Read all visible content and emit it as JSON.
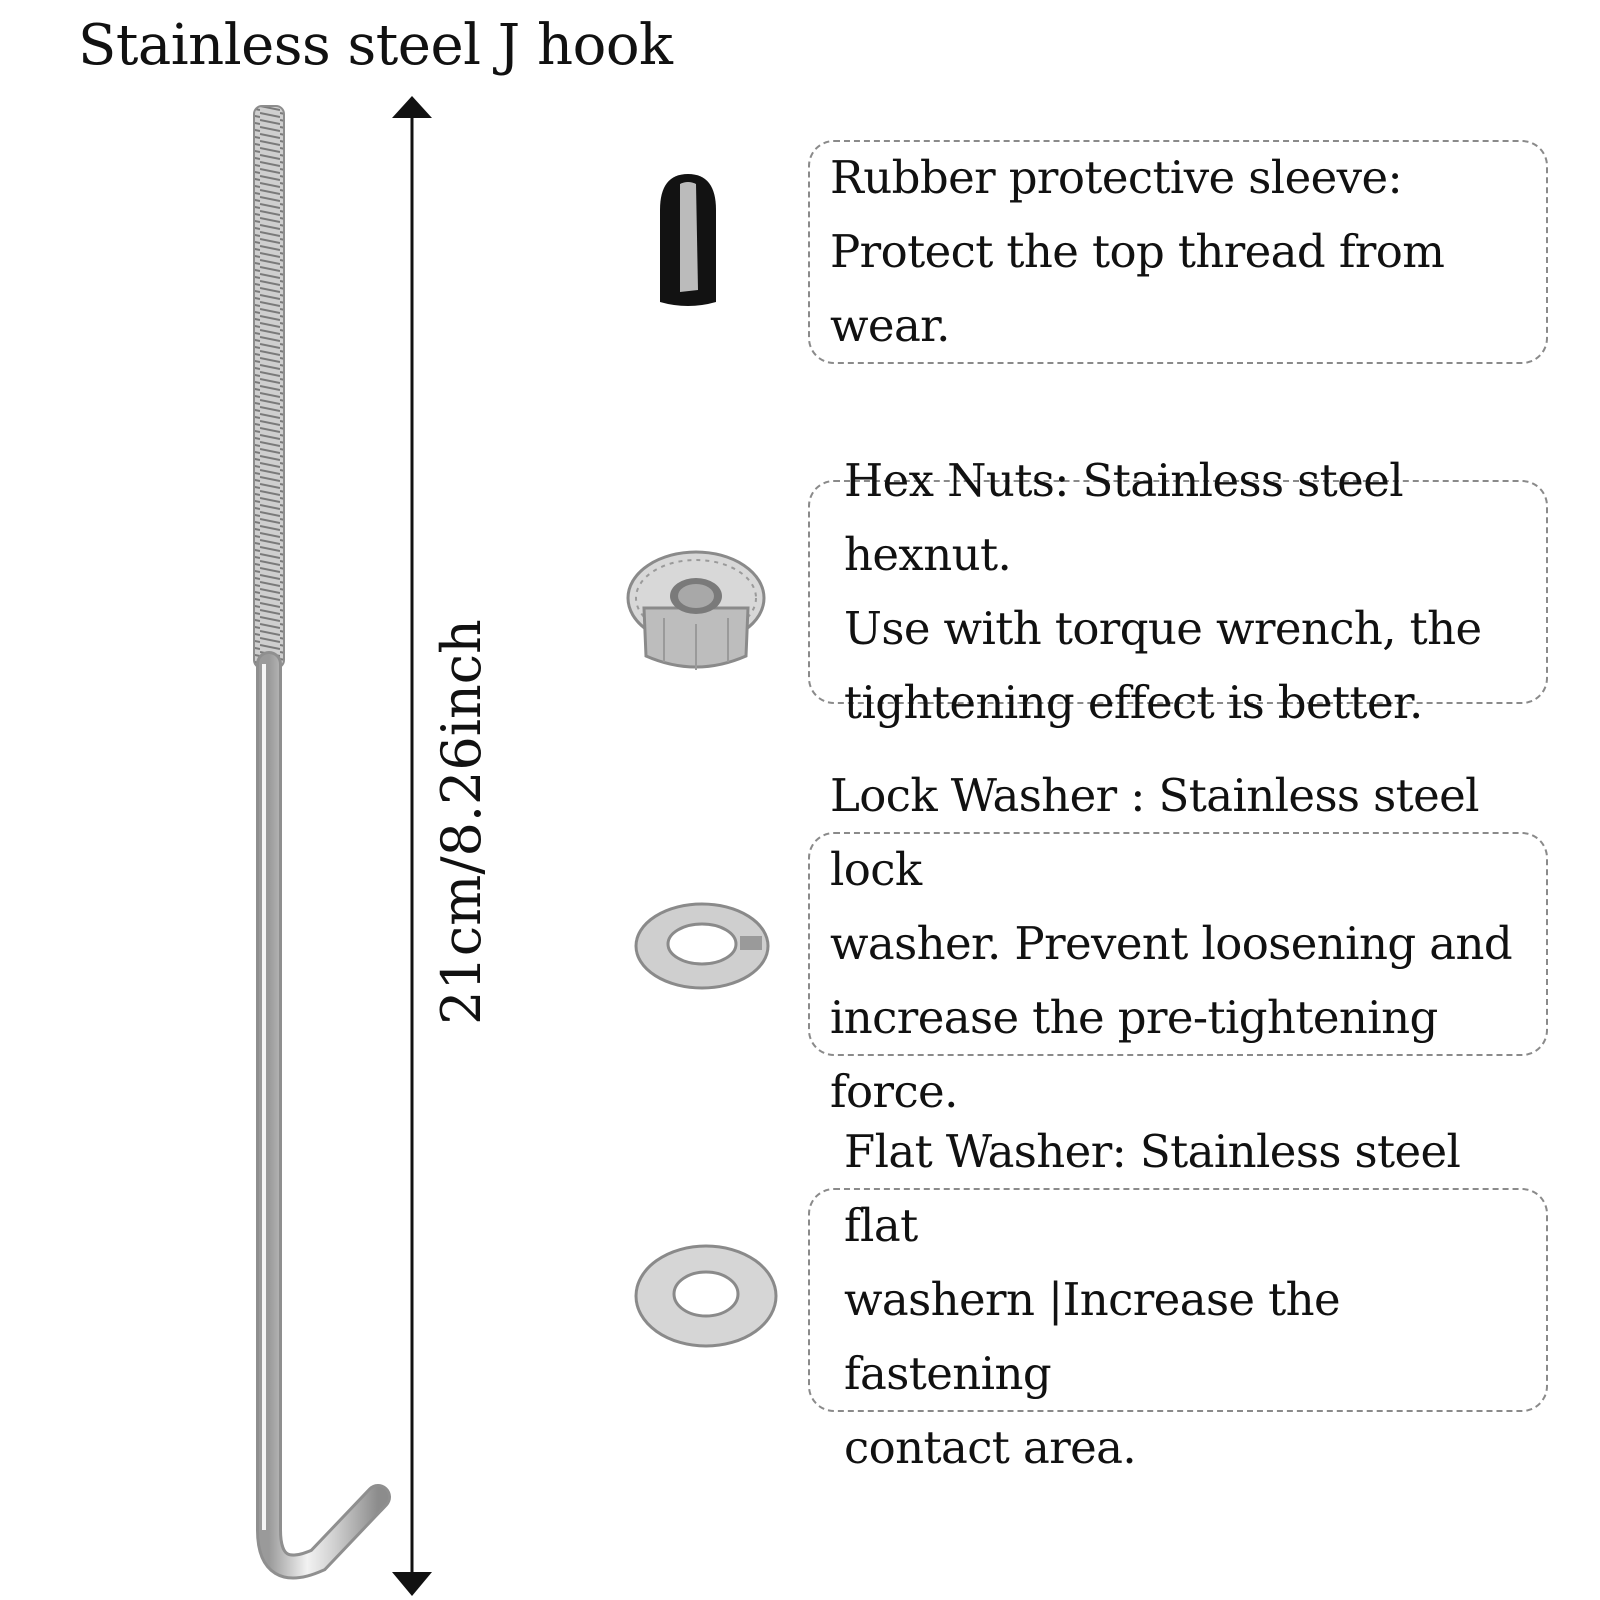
{
  "title": "Stainless steel J hook",
  "dimension": "21cm/8.26inch",
  "parts": [
    {
      "name": "rubber-protective-sleeve",
      "icon": "rubber-cap-icon",
      "text": "Rubber protective sleeve:\nProtect the top thread from wear."
    },
    {
      "name": "hex-nut",
      "icon": "flange-hex-nut-icon",
      "text": "Hex Nuts: Stainless steel hexnut.\nUse with torque wrench, the\ntightening effect is better."
    },
    {
      "name": "lock-washer",
      "icon": "lock-washer-icon",
      "text": "Lock Washer : Stainless steel lock\nwasher. Prevent loosening and\nincrease the pre-tightening force."
    },
    {
      "name": "flat-washer",
      "icon": "flat-washer-icon",
      "text": "Flat Washer: Stainless steel flat\nwashern |Increase the fastening\ncontact area."
    }
  ]
}
